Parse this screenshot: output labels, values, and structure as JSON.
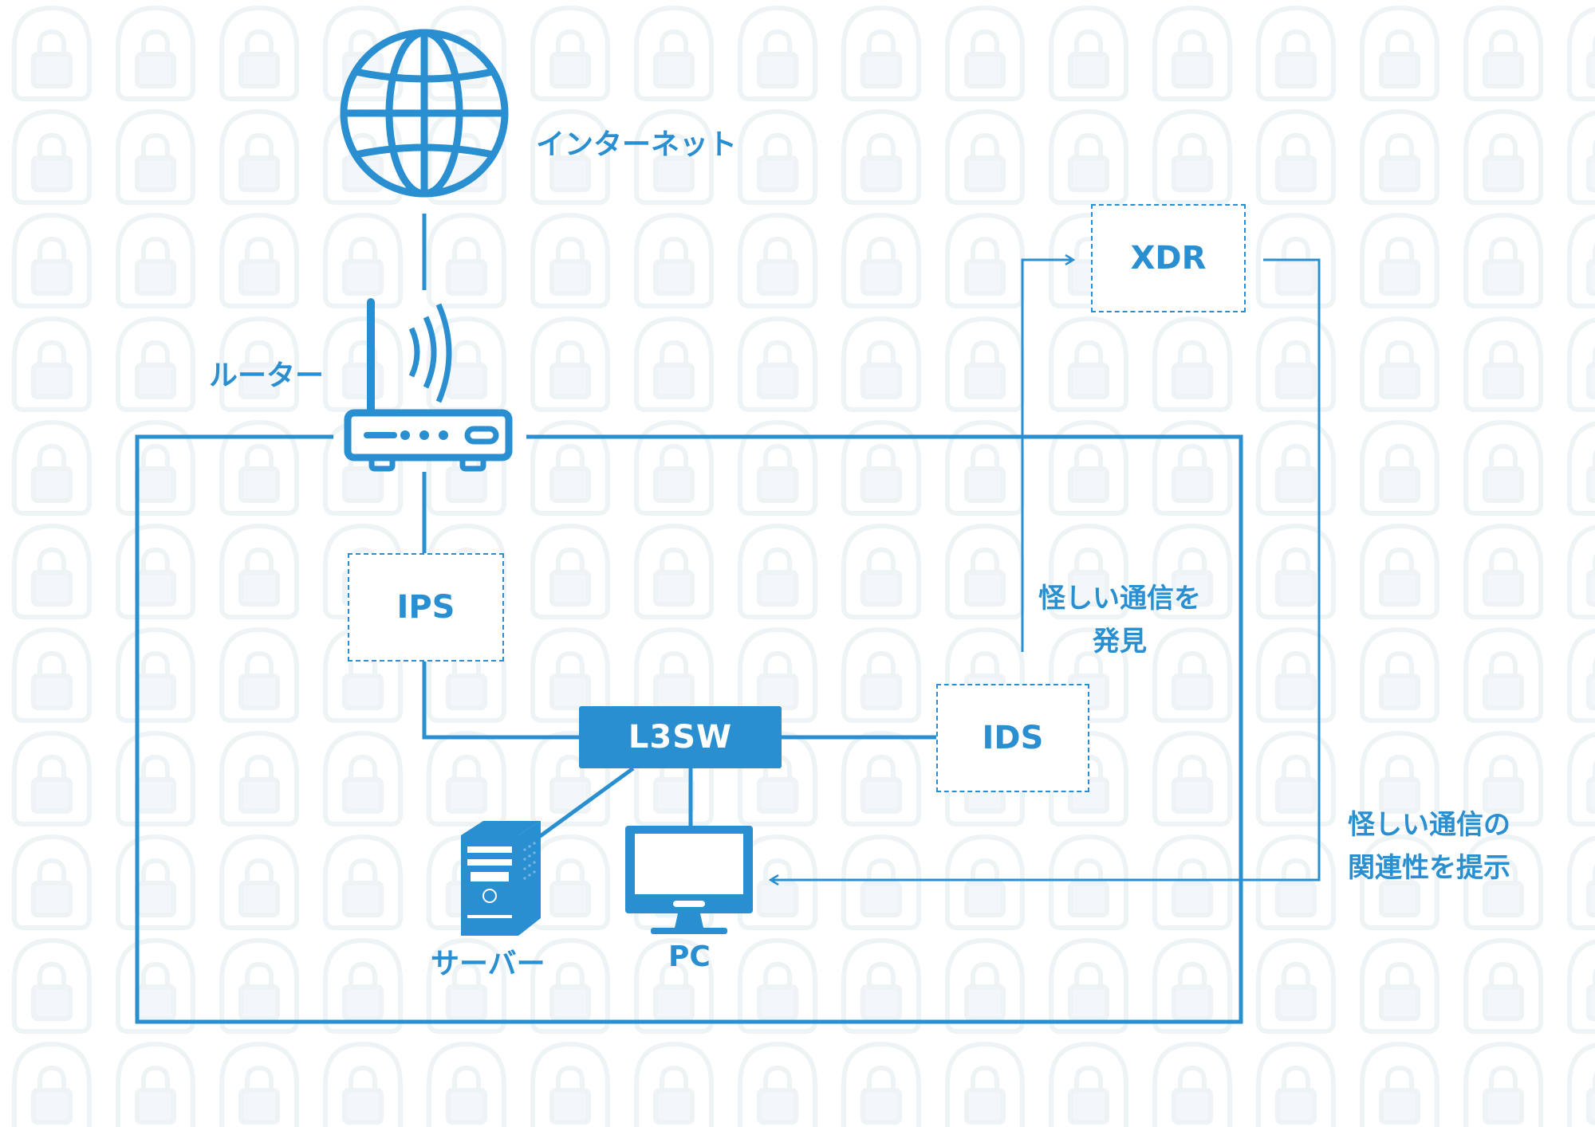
{
  "diagram": {
    "colors": {
      "accent": "#2a8fd0",
      "watermark": "#f2f6f8"
    },
    "nodes": {
      "internet": {
        "label": "インターネット",
        "icon": "globe-icon"
      },
      "router": {
        "label": "ルーター",
        "icon": "router-icon"
      },
      "ips": {
        "label": "IPS"
      },
      "l3sw": {
        "label": "L3SW"
      },
      "ids": {
        "label": "IDS"
      },
      "xdr": {
        "label": "XDR"
      },
      "server": {
        "label": "サーバー",
        "icon": "server-tower-icon"
      },
      "pc": {
        "label": "PC",
        "icon": "monitor-icon"
      }
    },
    "annotations": {
      "ids_to_xdr": {
        "line1": "怪しい通信を",
        "line2": "発見"
      },
      "xdr_to_pc": {
        "line1": "怪しい通信の",
        "line2": "関連性を提示"
      }
    },
    "background_icon": "padlock-icon"
  }
}
